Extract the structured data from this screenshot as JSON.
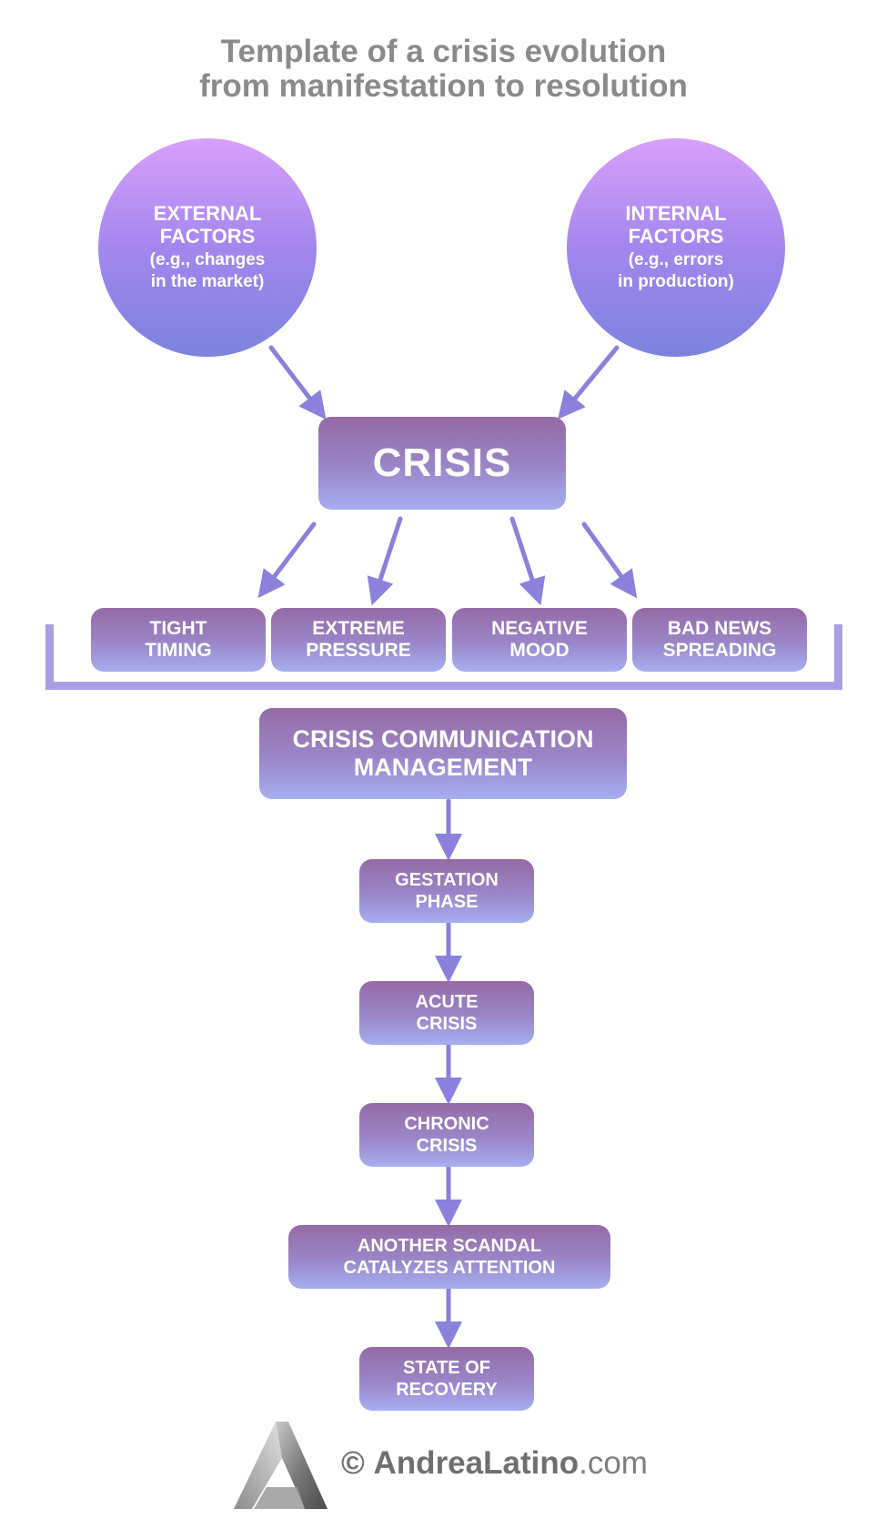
{
  "title": {
    "line1": "Template of a crisis evolution",
    "line2": "from manifestation to resolution"
  },
  "factors": {
    "external": {
      "line1": "EXTERNAL",
      "line2": "FACTORS",
      "line3": "(e.g., changes",
      "line4": "in the market)"
    },
    "internal": {
      "line1": "INTERNAL",
      "line2": "FACTORS",
      "line3": "(e.g., errors",
      "line4": "in production)"
    }
  },
  "crisis": {
    "label": "CRISIS"
  },
  "effects": [
    {
      "line1": "TIGHT",
      "line2": "TIMING"
    },
    {
      "line1": "EXTREME",
      "line2": "PRESSURE"
    },
    {
      "line1": "NEGATIVE",
      "line2": "MOOD"
    },
    {
      "line1": "BAD NEWS",
      "line2": "SPREADING"
    }
  ],
  "management": {
    "line1": "CRISIS COMMUNICATION",
    "line2": "MANAGEMENT"
  },
  "phases": [
    {
      "line1": "GESTATION",
      "line2": "PHASE"
    },
    {
      "line1": "ACUTE",
      "line2": "CRISIS"
    },
    {
      "line1": "CHRONIC",
      "line2": "CRISIS"
    },
    {
      "line1": "ANOTHER SCANDAL",
      "line2": "CATALYZES ATTENTION"
    },
    {
      "line1": "STATE OF",
      "line2": "RECOVERY"
    }
  ],
  "footer": {
    "copyright": "©",
    "brand_bold": "AndreaLatino",
    "brand_light": ".com"
  },
  "colors": {
    "title": "#8a8a8a",
    "circle_top": "#d8a0fb",
    "circle_bottom": "#7b83de",
    "box_top": "#956aa6",
    "box_bottom": "#a6aef0",
    "arrow": "#8b80dc",
    "bracket": "#a99ee3"
  }
}
